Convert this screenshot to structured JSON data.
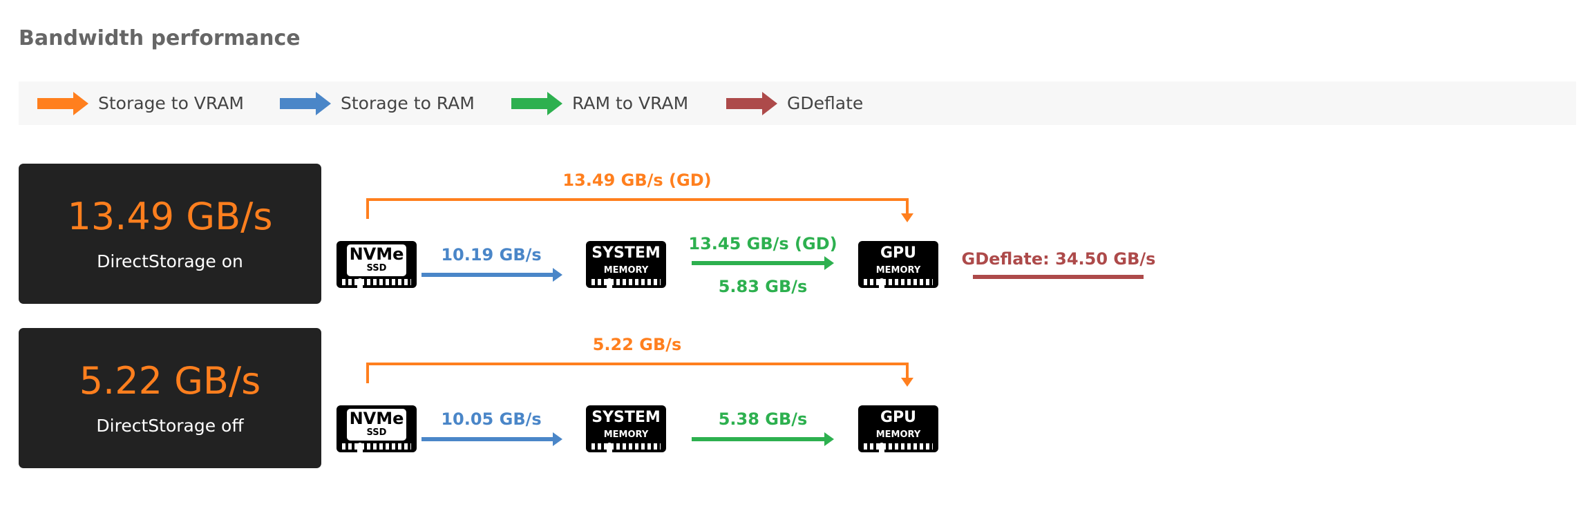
{
  "title": "Bandwidth performance",
  "legend": [
    {
      "label": "Storage to VRAM",
      "color": "#ff7f1e"
    },
    {
      "label": "Storage to RAM",
      "color": "#4a86c8"
    },
    {
      "label": "RAM to VRAM",
      "color": "#2db04f"
    },
    {
      "label": "GDeflate",
      "color": "#ad4a4a"
    }
  ],
  "icons": {
    "nvme": "NVMe",
    "ssd": "SSD",
    "system": "SYSTEM",
    "memory": "MEMORY",
    "gpu": "GPU"
  },
  "rows": [
    {
      "total": "13.49 GB/s",
      "label": "DirectStorage on",
      "storage_to_vram": "13.49 GB/s (GD)",
      "storage_to_ram": "10.19 GB/s",
      "ram_to_vram_top": "13.45 GB/s (GD)",
      "ram_to_vram_bottom": "5.83 GB/s",
      "gdeflate": "GDeflate: 34.50 GB/s"
    },
    {
      "total": "5.22 GB/s",
      "label": "DirectStorage off",
      "storage_to_vram": "5.22 GB/s",
      "storage_to_ram": "10.05 GB/s",
      "ram_to_vram_bottom": "5.38 GB/s"
    }
  ]
}
